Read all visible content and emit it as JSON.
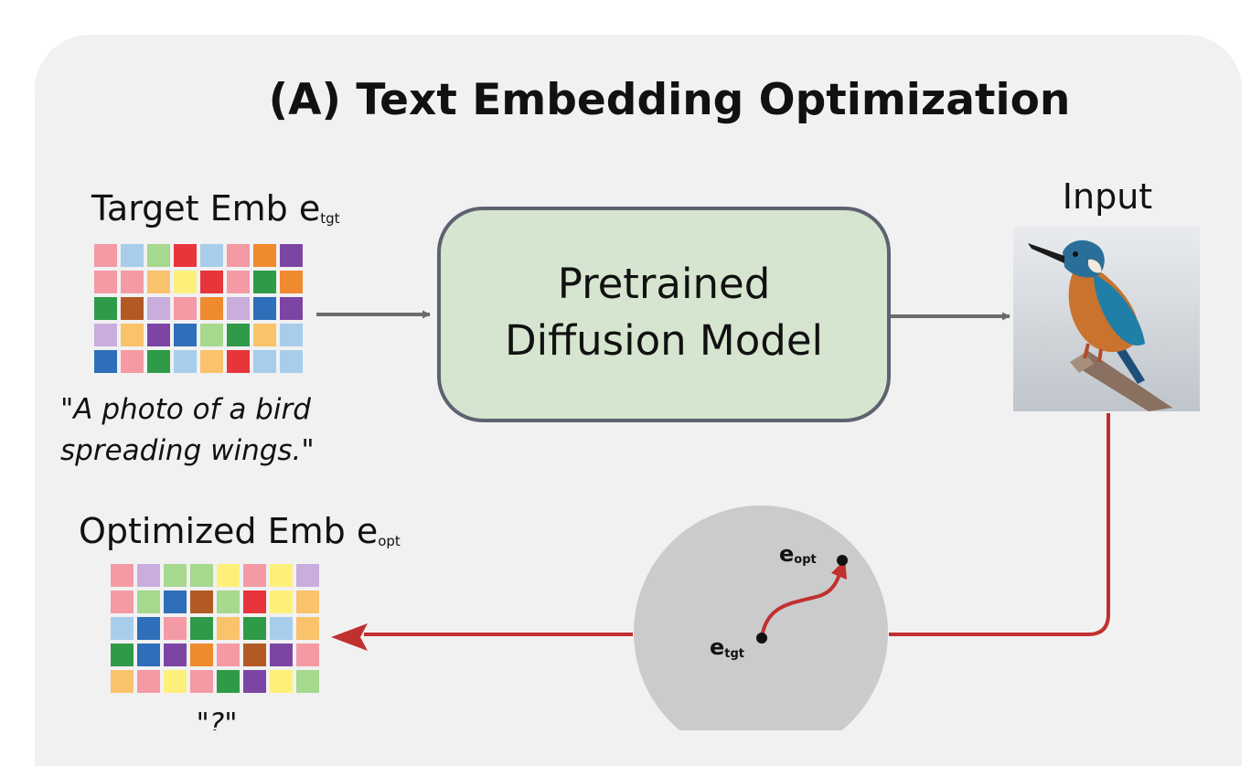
{
  "title": "(A) Text Embedding Optimization",
  "target_emb": {
    "label": "Target Emb e",
    "subscript": "tgt",
    "caption_line1": "\"A photo of a bird",
    "caption_line2": "spreading wings.\"",
    "grid": [
      [
        "#f49aa4",
        "#a7cdea",
        "#a6d88e",
        "#e8343b",
        "#a7cdea",
        "#f49aa4",
        "#f08a2e",
        "#7c45a3"
      ],
      [
        "#f49aa4",
        "#f49aa4",
        "#f9c26b",
        "#fdf07a",
        "#e8343b",
        "#f49aa4",
        "#2f9a48",
        "#f08a2e"
      ],
      [
        "#2f9a48",
        "#b25a23",
        "#c8addd",
        "#f49aa4",
        "#f08a2e",
        "#c8addd",
        "#2d6fb8",
        "#7c45a3"
      ],
      [
        "#c8addd",
        "#f9c26b",
        "#7c45a3",
        "#2d6fb8",
        "#a6d88e",
        "#2f9a48",
        "#f9c26b",
        "#a7cdea"
      ],
      [
        "#2d6fb8",
        "#f49aa4",
        "#2f9a48",
        "#a7cdea",
        "#f9c26b",
        "#e8343b",
        "#a7cdea",
        "#a7cdea"
      ]
    ]
  },
  "model": {
    "line1": "Pretrained",
    "line2": "Diffusion Model",
    "fill": "#d6e5cf",
    "stroke": "#5d6270"
  },
  "input": {
    "label": "Input"
  },
  "optimized_emb": {
    "label": "Optimized Emb e",
    "subscript": "opt",
    "caption": "\"?\"",
    "grid": [
      [
        "#f49aa4",
        "#c8addd",
        "#a6d88e",
        "#a6d88e",
        "#fdf07a",
        "#f49aa4",
        "#fdf07a",
        "#c8addd"
      ],
      [
        "#f49aa4",
        "#a6d88e",
        "#2d6fb8",
        "#b25a23",
        "#a6d88e",
        "#e8343b",
        "#fdf07a",
        "#f9c26b"
      ],
      [
        "#a7cdea",
        "#2d6fb8",
        "#f49aa4",
        "#2f9a48",
        "#f9c26b",
        "#2f9a48",
        "#a7cdea",
        "#f9c26b"
      ],
      [
        "#2f9a48",
        "#2d6fb8",
        "#7c45a3",
        "#f08a2e",
        "#f49aa4",
        "#b25a23",
        "#7c45a3",
        "#f49aa4"
      ],
      [
        "#f9c26b",
        "#f49aa4",
        "#fdf07a",
        "#f49aa4",
        "#2f9a48",
        "#7c45a3",
        "#fdf07a",
        "#a6d88e"
      ]
    ]
  },
  "embedding_space": {
    "start_label": "e",
    "start_subscript": "tgt",
    "end_label": "e",
    "end_subscript": "opt",
    "circle_fill": "#cbcbcd"
  },
  "colors": {
    "background_panel": "#f1f1f2",
    "gray_arrow": "#6b6b6b",
    "red_arrow": "#c0302f"
  }
}
